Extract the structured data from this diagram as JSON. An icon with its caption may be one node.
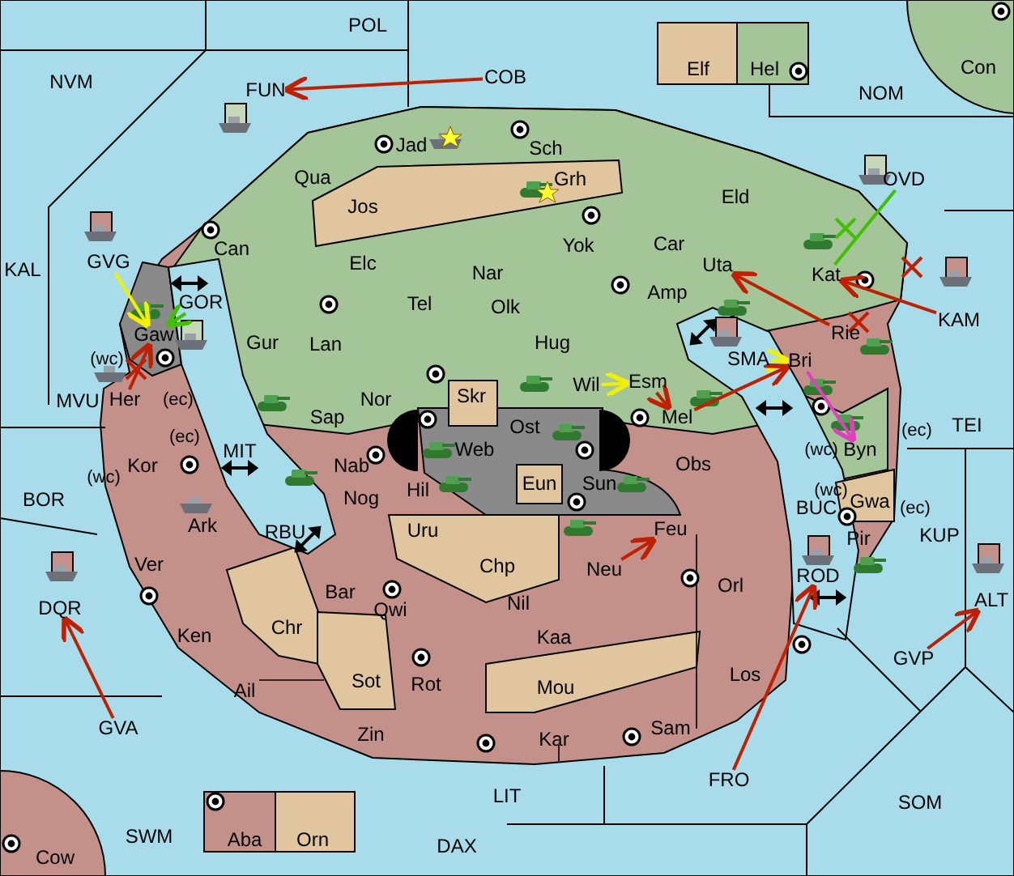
{
  "diagram": {
    "nodes": [
      {
        "text": [
          "POL"
        ]
      },
      {
        "text": [
          "Con"
        ]
      },
      {
        "text": [
          "COB"
        ]
      },
      {
        "text": [
          "NVM"
        ]
      },
      {
        "text": [
          "FUN"
        ]
      },
      {
        "text": [
          "Elf"
        ]
      },
      {
        "text": [
          "Hel"
        ]
      },
      {
        "text": [
          "NOM"
        ]
      },
      {
        "text": [
          "Jad"
        ]
      },
      {
        "text": [
          "Sch"
        ]
      },
      {
        "text": [
          "Qua"
        ]
      },
      {
        "text": [
          "Grh"
        ]
      },
      {
        "text": [
          "OVD"
        ]
      },
      {
        "text": [
          "Jos"
        ]
      },
      {
        "text": [
          "Eld"
        ]
      },
      {
        "text": [
          "Yok"
        ]
      },
      {
        "text": [
          "Car"
        ]
      },
      {
        "text": [
          "Can"
        ]
      },
      {
        "text": [
          "GVG"
        ]
      },
      {
        "text": [
          "Elc"
        ]
      },
      {
        "text": [
          "KAL"
        ]
      },
      {
        "text": [
          "Uta"
        ]
      },
      {
        "text": [
          "Nar"
        ]
      },
      {
        "text": [
          "Kat"
        ]
      },
      {
        "text": [
          "GOR"
        ]
      },
      {
        "text": [
          "Tel"
        ]
      },
      {
        "text": [
          "Olk"
        ]
      },
      {
        "text": [
          "Amp"
        ]
      },
      {
        "text": [
          "KAM"
        ]
      },
      {
        "text": [
          "Gaw"
        ]
      },
      {
        "text": [
          "Rie"
        ]
      },
      {
        "text": [
          "Gur"
        ]
      },
      {
        "text": [
          "Lan"
        ]
      },
      {
        "text": [
          "Hug"
        ]
      },
      {
        "text": [
          "Bri"
        ]
      },
      {
        "text": [
          "SMA"
        ]
      },
      {
        "text": [
          "Wil"
        ]
      },
      {
        "text": [
          "Esm"
        ]
      },
      {
        "text": [
          "Skr"
        ]
      },
      {
        "text": [
          "Nor"
        ]
      },
      {
        "text": [
          "Her"
        ]
      },
      {
        "text": [
          "MVU"
        ]
      },
      {
        "text": [
          "Sap"
        ]
      },
      {
        "text": [
          "Mel"
        ]
      },
      {
        "text": [
          "Ost"
        ]
      },
      {
        "text": [
          "TEI"
        ]
      },
      {
        "text": [
          "Byn"
        ]
      },
      {
        "text": [
          "Web"
        ]
      },
      {
        "text": [
          "MIT"
        ]
      },
      {
        "text": [
          "Obs"
        ]
      },
      {
        "text": [
          "Nab"
        ]
      },
      {
        "text": [
          "Kor"
        ]
      },
      {
        "text": [
          "Eun"
        ]
      },
      {
        "text": [
          "Sun"
        ]
      },
      {
        "text": [
          "Hil"
        ]
      },
      {
        "text": [
          "Nog"
        ]
      },
      {
        "text": [
          "BOR"
        ]
      },
      {
        "text": [
          "Gwa"
        ]
      },
      {
        "text": [
          "BUC"
        ]
      },
      {
        "text": [
          "Ark"
        ]
      },
      {
        "text": [
          "Uru"
        ]
      },
      {
        "text": [
          "RBU"
        ]
      },
      {
        "text": [
          "Feu"
        ]
      },
      {
        "text": [
          "KUP"
        ]
      },
      {
        "text": [
          "Pir"
        ]
      },
      {
        "text": [
          "Ver"
        ]
      },
      {
        "text": [
          "Chp"
        ]
      },
      {
        "text": [
          "Neu"
        ]
      },
      {
        "text": [
          "ROD"
        ]
      },
      {
        "text": [
          "Orl"
        ]
      },
      {
        "text": [
          "Bar"
        ]
      },
      {
        "text": [
          "ALT"
        ]
      },
      {
        "text": [
          "Nil"
        ]
      },
      {
        "text": [
          "DQR"
        ]
      },
      {
        "text": [
          "Qwi"
        ]
      },
      {
        "text": [
          "Chr"
        ]
      },
      {
        "text": [
          "Ken"
        ]
      },
      {
        "text": [
          "Kaa"
        ]
      },
      {
        "text": [
          "GVP"
        ]
      },
      {
        "text": [
          "Los"
        ]
      },
      {
        "text": [
          "Sot"
        ]
      },
      {
        "text": [
          "Rot"
        ]
      },
      {
        "text": [
          "Mou"
        ]
      },
      {
        "text": [
          "Ail"
        ]
      },
      {
        "text": [
          "GVA"
        ]
      },
      {
        "text": [
          "Sam"
        ]
      },
      {
        "text": [
          "Zin"
        ]
      },
      {
        "text": [
          "Kar"
        ]
      },
      {
        "text": [
          "FRO"
        ]
      },
      {
        "text": [
          "LIT"
        ]
      },
      {
        "text": [
          "SOM"
        ]
      },
      {
        "text": [
          "SWM"
        ]
      },
      {
        "text": [
          "Aba"
        ]
      },
      {
        "text": [
          "Orn"
        ]
      },
      {
        "text": [
          "DAX"
        ]
      },
      {
        "text": [
          "Cow"
        ]
      }
    ],
    "edges": [
      {
        "from": 2,
        "to": 4,
        "arrow": "to"
      },
      {
        "from": 18,
        "to": 29,
        "arrow": "to",
        "color": "#f0f000"
      },
      {
        "from": 40,
        "to": 29,
        "arrow": "to"
      },
      {
        "from": 24,
        "to": 29,
        "arrow": "to",
        "color": "#40c000"
      },
      {
        "from": 12,
        "to": 23,
        "arrow": "none",
        "color": "#40c000"
      },
      {
        "from": 28,
        "to": 23,
        "arrow": "to"
      },
      {
        "from": 30,
        "to": 21,
        "arrow": "to"
      },
      {
        "from": 36,
        "to": 37,
        "arrow": "to",
        "color": "#f0f000"
      },
      {
        "from": 35,
        "to": 34,
        "arrow": "to",
        "color": "#f0f000"
      },
      {
        "from": 37,
        "to": 43,
        "arrow": "to"
      },
      {
        "from": 43,
        "to": 34,
        "arrow": "to"
      },
      {
        "from": 34,
        "to": 46,
        "arrow": "to",
        "color": "#e040c0"
      },
      {
        "from": 67,
        "to": 62,
        "arrow": "to"
      },
      {
        "from": 88,
        "to": 68,
        "arrow": "to"
      },
      {
        "from": 78,
        "to": 71,
        "arrow": "to"
      },
      {
        "from": 84,
        "to": 73,
        "arrow": "to"
      }
    ],
    "labels": [
      "(wc)",
      "(ec)",
      "(ec)",
      "(ec)",
      "(wc)",
      "(wc)",
      "(wc)",
      "(ec)"
    ]
  }
}
